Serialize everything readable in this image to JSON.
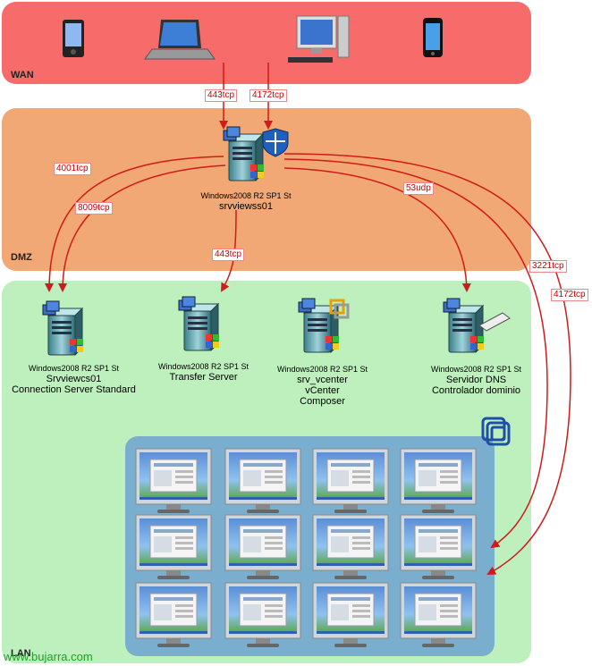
{
  "zones": {
    "wan": {
      "label": "WAN",
      "color": "#f86b6b"
    },
    "dmz": {
      "label": "DMZ",
      "color": "#f2a874"
    },
    "lan": {
      "label": "LAN",
      "color": "#bdf0bd"
    },
    "vdi": {
      "color": "#7aaecf"
    }
  },
  "arrow_color": "#d11a1a",
  "servers": {
    "security": {
      "os": "Windows2008 R2 SP1 St",
      "name": "srvviewss01"
    },
    "connection": {
      "os": "Windows2008 R2 SP1 St",
      "name": "Srvviewcs01",
      "role": "Connection Server Standard"
    },
    "transfer": {
      "os": "Windows2008 R2 SP1 St",
      "role": "Transfer Server"
    },
    "vcenter": {
      "os": "Windows2008 R2 SP1 St",
      "name": "srv_vcenter",
      "role": "vCenter",
      "role2": "Composer"
    },
    "dns": {
      "os": "Windows2008 R2 SP1 St",
      "role": "Servidor DNS",
      "role2": "Controlador dominio"
    }
  },
  "ports": {
    "wan_443": "443tcp",
    "wan_4172": "4172tcp",
    "cs_4001": "4001tcp",
    "cs_8009": "8009tcp",
    "ts_443": "443tcp",
    "dns_53": "53udp",
    "vdi_3221": "3221tcp",
    "vdi_4172": "4172tcp"
  },
  "watermark": "www.bujarra.com"
}
